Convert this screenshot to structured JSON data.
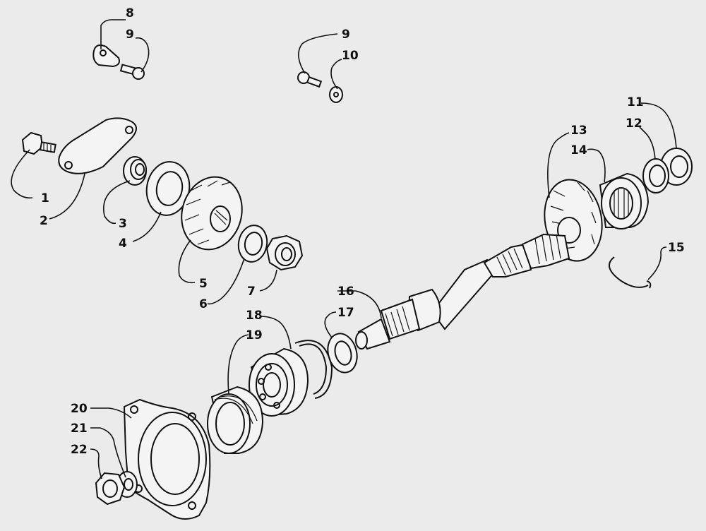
{
  "callouts": {
    "c1": "1",
    "c2": "2",
    "c3": "3",
    "c4": "4",
    "c5": "5",
    "c6": "6",
    "c7": "7",
    "c8": "8",
    "c9a": "9",
    "c9b": "9",
    "c10": "10",
    "c11": "11",
    "c12": "12",
    "c13": "13",
    "c14": "14",
    "c15": "15",
    "c16": "16",
    "c17": "17",
    "c18": "18",
    "c19": "19",
    "c20": "20",
    "c21": "21",
    "c22": "22"
  },
  "colors": {
    "background": "#ebebeb",
    "line": "#111111",
    "part_fill": "#f4f4f4"
  }
}
